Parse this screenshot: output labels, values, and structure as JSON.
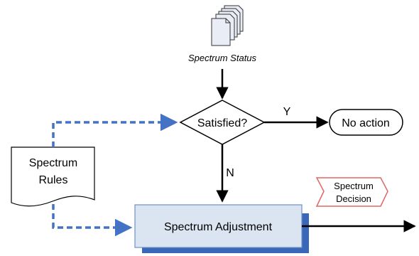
{
  "diagram": {
    "status_caption": "Spectrum Status",
    "decision_label": "Satisfied?",
    "yes_label": "Y",
    "no_label": "N",
    "no_action_label": "No action",
    "rules_line1": "Spectrum",
    "rules_line2": "Rules",
    "decision_tag_line1": "Spectrum",
    "decision_tag_line2": "Decision",
    "adjustment_label": "Spectrum Adjustment"
  },
  "colors": {
    "dashed_arrow": "#4472c4",
    "adjust_box_fill": "#dbe5f1",
    "adjust_box_shadow": "#3a67b8",
    "tag_stroke": "#e06666",
    "doc_fill": "#e8edf6"
  },
  "icons": {
    "status_documents": "stacked-documents-icon"
  }
}
